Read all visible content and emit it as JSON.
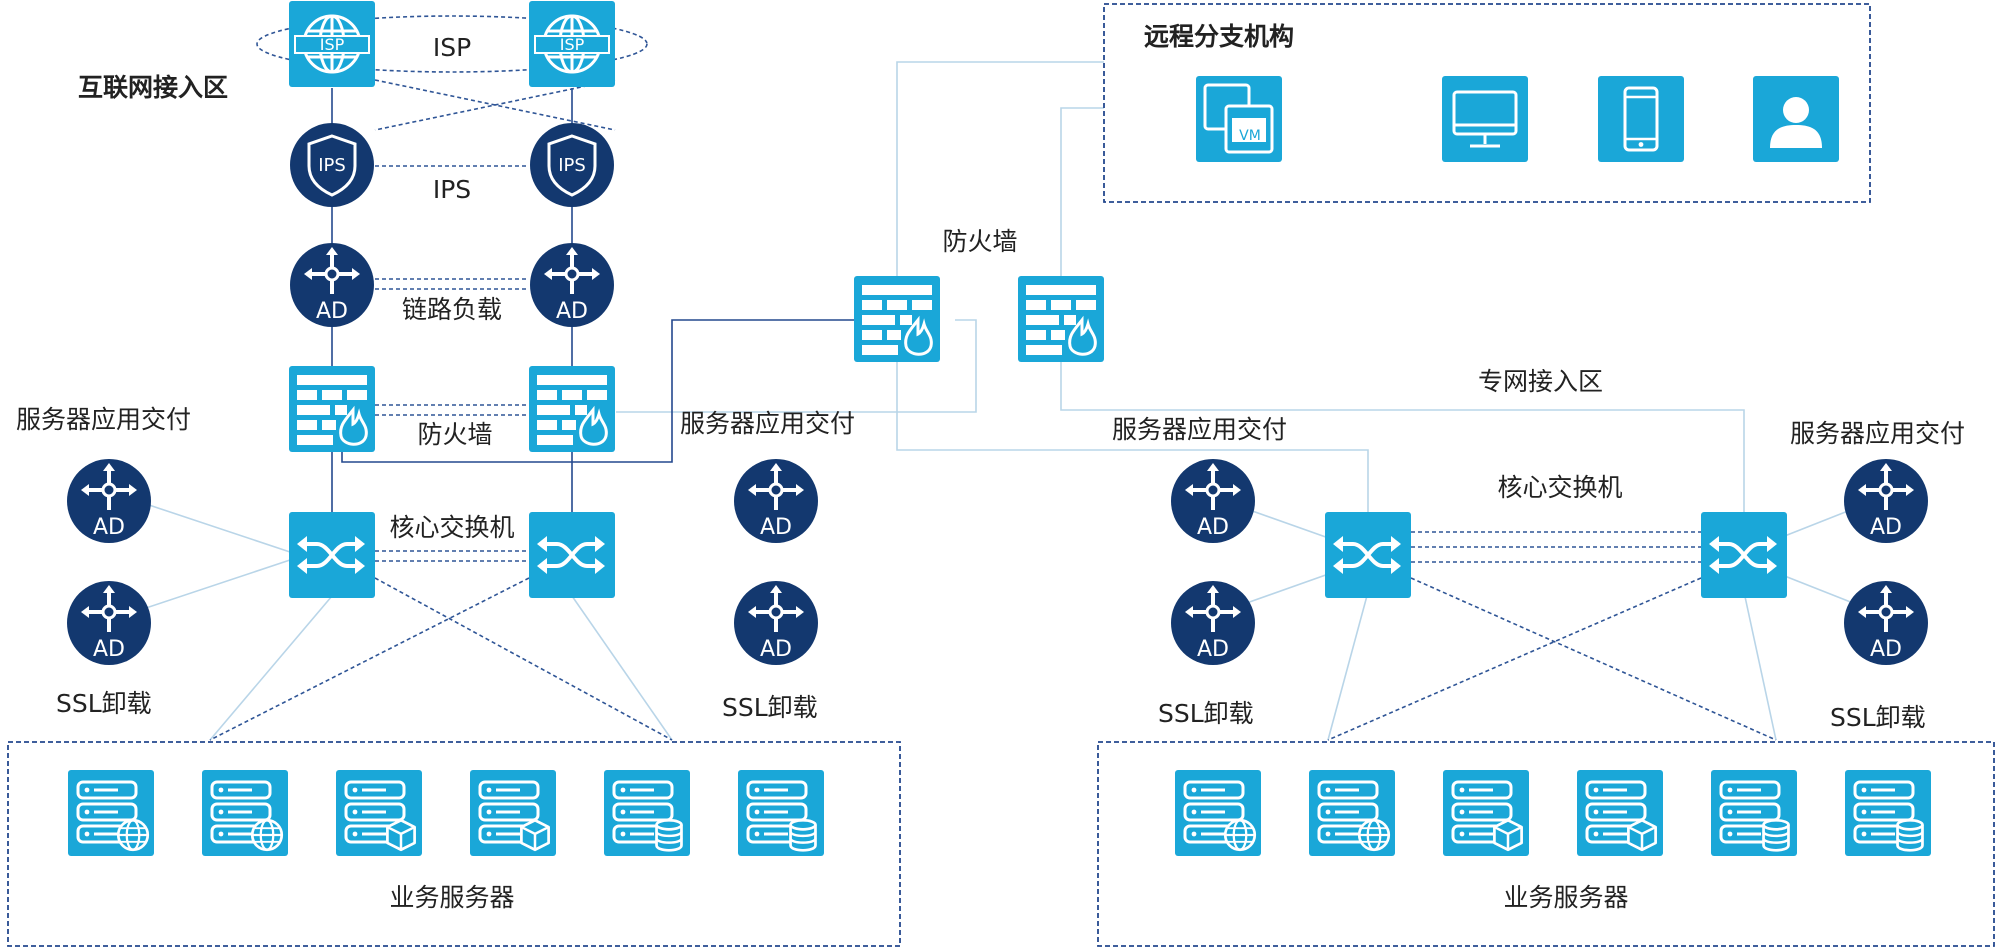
{
  "zones": {
    "internet": "互联网接入区",
    "remote_branch": "远程分支机构",
    "private_net": "专网接入区"
  },
  "links": {
    "isp": "ISP",
    "ips": "IPS",
    "link_balance": "链路负载",
    "firewall_left": "防火墙",
    "firewall_center": "防火墙",
    "core_left": "核心交换机",
    "core_right": "核心交换机"
  },
  "groups": {
    "server_delivery_left": "服务器应用交付",
    "server_delivery_center": "服务器应用交付",
    "server_delivery_right_a": "服务器应用交付",
    "server_delivery_right_b": "服务器应用交付",
    "ssl_left": "SSL卸载",
    "ssl_center": "SSL卸载",
    "ssl_right_a": "SSL卸载",
    "ssl_right_b": "SSL卸载",
    "business_servers_left": "业务服务器",
    "business_servers_right": "业务服务器"
  },
  "icon_text": {
    "isp": "ISP",
    "ips": "IPS",
    "ad": "AD",
    "vm": "VM"
  },
  "colors": {
    "cyan": "#1aa7d8",
    "navy": "#13386f",
    "box_border": "#24488e",
    "line_light": "#b9d5e8",
    "line_dash": "#2f5596"
  }
}
